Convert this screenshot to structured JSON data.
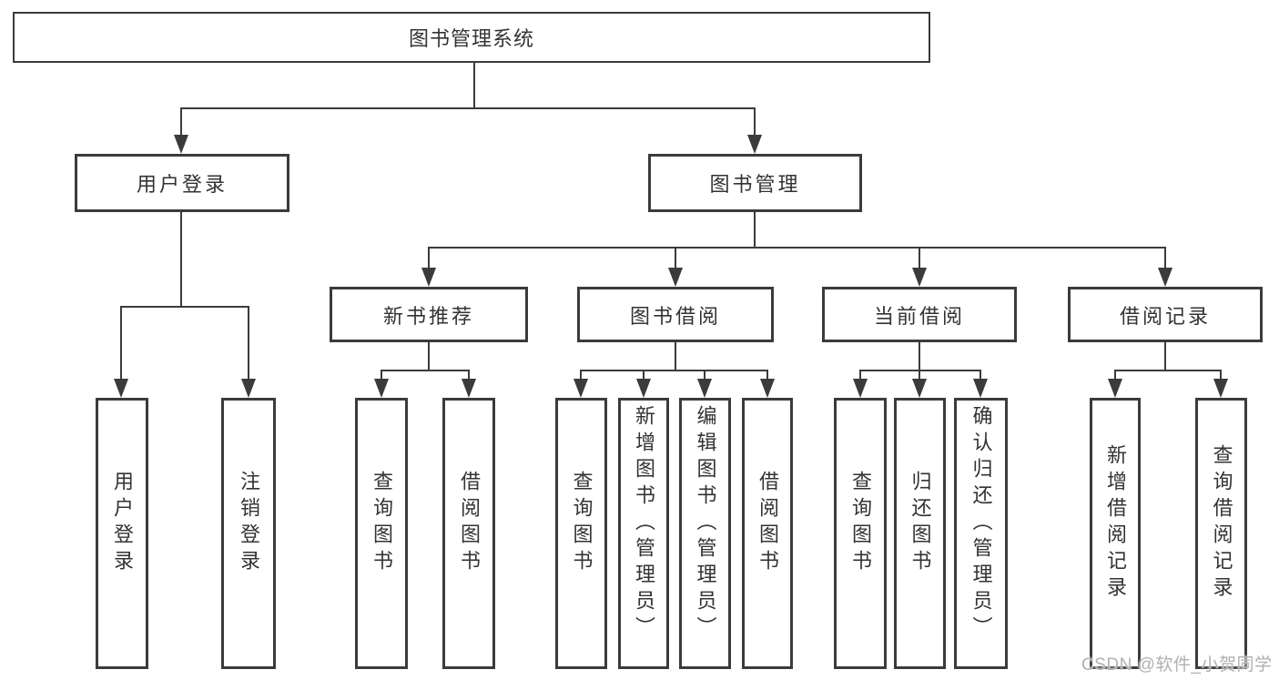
{
  "diagram": {
    "root": {
      "label": "图书管理系统"
    },
    "level2": {
      "user": {
        "label": "用户登录"
      },
      "book": {
        "label": "图书管理"
      }
    },
    "userChildren": [
      "用户登录",
      "注销登录"
    ],
    "groups": [
      {
        "label": "新书推荐",
        "children": [
          "查询图书",
          "借阅图书"
        ]
      },
      {
        "label": "图书借阅",
        "children": [
          "查询图书",
          "新增图书（管理员）",
          "编辑图书（管理员）",
          "借阅图书"
        ]
      },
      {
        "label": "当前借阅",
        "children": [
          "查询图书",
          "归还图书",
          "确认归还（管理员）"
        ]
      },
      {
        "label": "借阅记录",
        "children": [
          "新增借阅记录",
          "查询借阅记录"
        ]
      }
    ],
    "watermark": "CSDN @软件_小贺同学",
    "colors": {
      "line": "#3b3b3b",
      "text": "#333333",
      "watermark": "#b0b0b0",
      "background": "#ffffff"
    }
  }
}
